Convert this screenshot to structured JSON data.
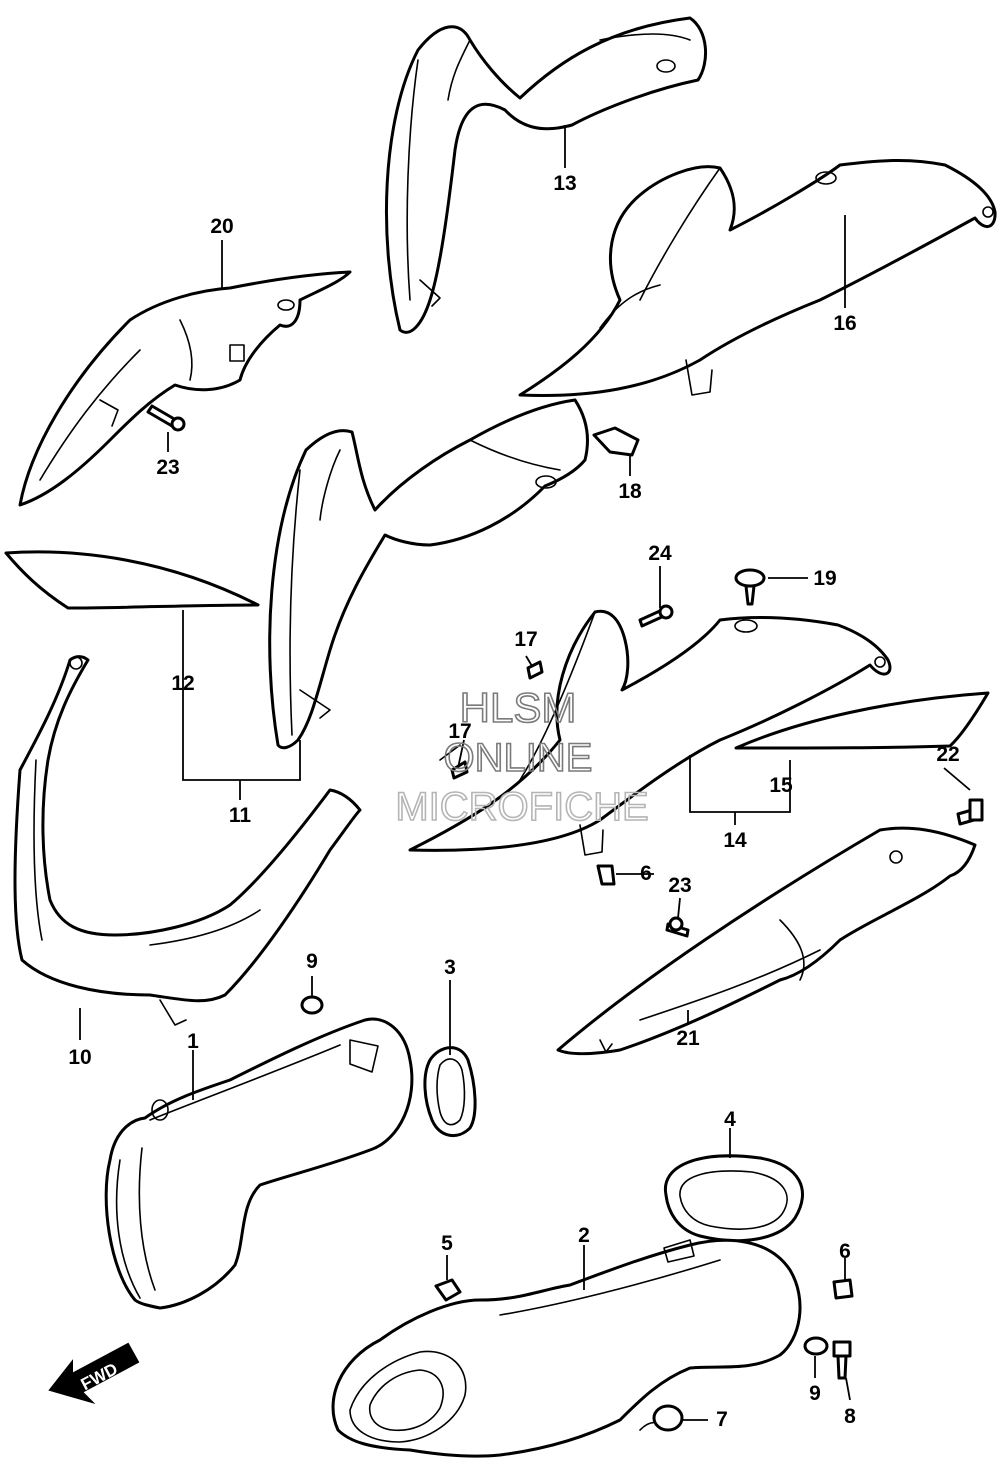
{
  "watermark": {
    "line1": "HLSM",
    "line2": "ONLINE",
    "line3": "MICROFICHE"
  },
  "direction_arrow": {
    "label": "FWD"
  },
  "callouts": {
    "c1": "1",
    "c2": "2",
    "c3": "3",
    "c4": "4",
    "c5": "5",
    "c6a": "6",
    "c6b": "6",
    "c7": "7",
    "c8": "8",
    "c9a": "9",
    "c9b": "9",
    "c10": "10",
    "c11": "11",
    "c12": "12",
    "c13": "13",
    "c14": "14",
    "c15": "15",
    "c16": "16",
    "c17a": "17",
    "c17b": "17",
    "c18": "18",
    "c19": "19",
    "c20": "20",
    "c21": "21",
    "c22": "22",
    "c23a": "23",
    "c23b": "23",
    "c24": "24"
  }
}
